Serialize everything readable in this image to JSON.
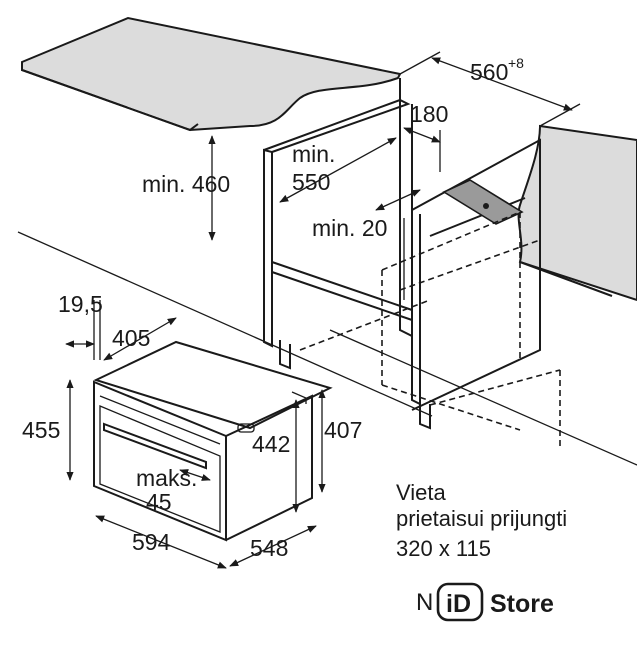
{
  "dimensions": {
    "niche_width": "560",
    "niche_width_tolerance": "+8",
    "rear_vent_depth": "180",
    "min_height_above": "min. 460",
    "min_depth_label": "min.",
    "min_depth_value": "550",
    "min_gap": "min. 20",
    "front_offset": "19,5",
    "door_depth": "405",
    "device_height": "455",
    "inner_height": "442",
    "side_height": "407",
    "max_label": "maks.",
    "max_value": "45",
    "device_width": "594",
    "device_depth": "548"
  },
  "connection_note": {
    "line1": "Vieta",
    "line2": "prietaisui prijungti",
    "line3": "320 x 115"
  },
  "watermark": {
    "partial_letter": "N",
    "brand_prefix": "iD",
    "brand_suffix": "Store"
  }
}
